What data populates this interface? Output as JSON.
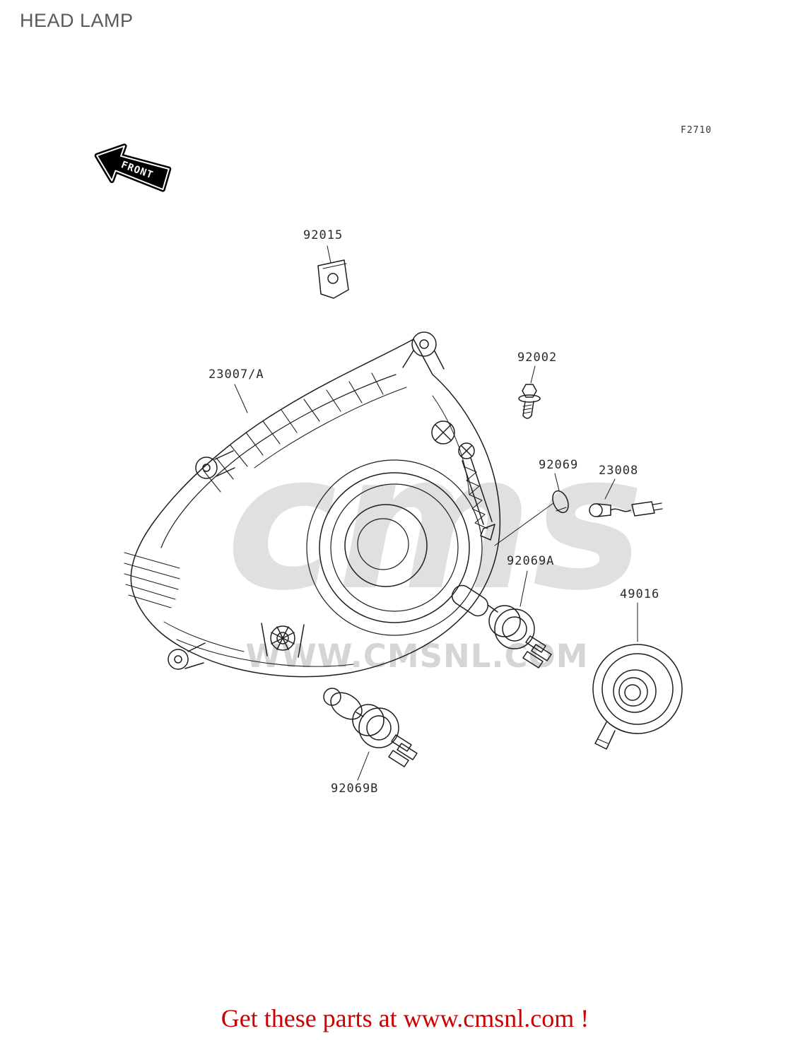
{
  "page": {
    "title": "HEAD LAMP",
    "figure_code": "F2710",
    "front_label": "FRONT"
  },
  "parts": [
    {
      "number": "92015"
    },
    {
      "number": "92002"
    },
    {
      "number": "23007/A"
    },
    {
      "number": "92069"
    },
    {
      "number": "23008"
    },
    {
      "number": "92069A"
    },
    {
      "number": "49016"
    },
    {
      "number": "92069B"
    }
  ],
  "watermark": {
    "logo_text": "cms",
    "url_text": "WWW.CMSNL.COM"
  },
  "footer": {
    "promo_text": "Get these parts at www.cmsnl.com !"
  },
  "colors": {
    "footer_red": "#cc0000",
    "title_gray": "#5a5a5a",
    "label_ink": "#2a2a2a",
    "line_ink": "#1d1d1d",
    "watermark_gray": "#c8c8c8"
  }
}
